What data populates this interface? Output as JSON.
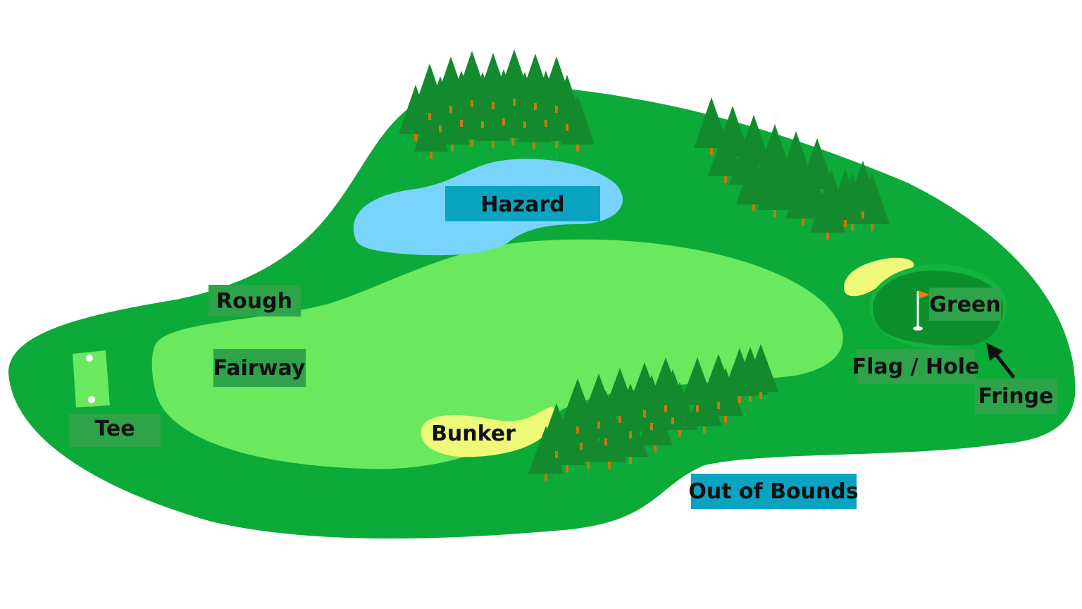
{
  "diagram": {
    "labels": {
      "hazard": "Hazard",
      "rough": "Rough",
      "fairway": "Fairway",
      "tee": "Tee",
      "bunker": "Bunker",
      "green": "Green",
      "flag_hole": "Flag / Hole",
      "fringe": "Fringe",
      "out_of_bounds": "Out of Bounds"
    },
    "colors": {
      "rough": "#0caa38",
      "rough_outline": "#0a9a30",
      "fairway": "#6ae85e",
      "fringe": "#13b43f",
      "green": "#0a8f2c",
      "water": "#78d4fa",
      "sand": "#eef97a",
      "tree": "#138a2d",
      "trunk": "#c27a17",
      "flag": "#e87f0e",
      "tag_green": "#2fa34a",
      "tag_blue": "#0aa3c0"
    }
  }
}
